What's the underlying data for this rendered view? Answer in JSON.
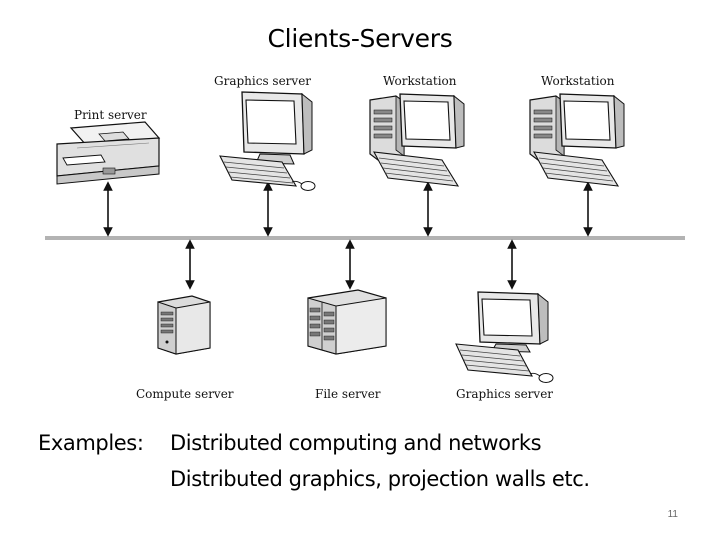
{
  "slide": {
    "title": "Clients-Servers",
    "page_number": "11"
  },
  "diagram": {
    "top_nodes": [
      {
        "label": "Print server",
        "icon": "printer-icon"
      },
      {
        "label": "Graphics server",
        "icon": "workstation-monitor-icon"
      },
      {
        "label": "Workstation",
        "icon": "desktop-computer-icon"
      },
      {
        "label": "Workstation",
        "icon": "desktop-computer-icon"
      }
    ],
    "bottom_nodes": [
      {
        "label": "Compute server",
        "icon": "tower-server-icon"
      },
      {
        "label": "File server",
        "icon": "file-server-icon"
      },
      {
        "label": "Graphics server",
        "icon": "workstation-monitor-icon"
      }
    ],
    "network_bus": "network-bus-line",
    "colors": {
      "bus": "#b3b3b3",
      "device_fill": "#e6e6e6",
      "screen": "#ffffff",
      "outline": "#111111"
    }
  },
  "examples": {
    "heading": "Examples:",
    "line1": "Distributed computing and networks",
    "line2": "Distributed graphics, projection walls etc."
  }
}
